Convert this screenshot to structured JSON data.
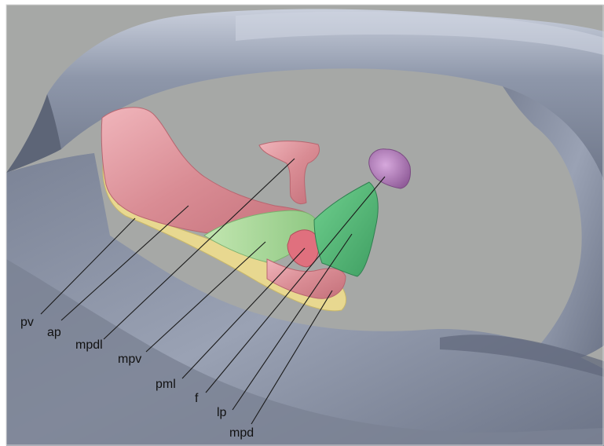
{
  "colors": {
    "background": "#a6a8a6",
    "membrane": "#8b93a6",
    "pink_structure": "#d98c94",
    "green_structure": "#58c07a",
    "light_green_structure": "#a8d89a",
    "yellow_structure": "#e8d890",
    "purple_structure": "#a872b0"
  },
  "labels": [
    {
      "id": "pv",
      "text": "pv"
    },
    {
      "id": "ap",
      "text": "ap"
    },
    {
      "id": "mpdl",
      "text": "mpdl"
    },
    {
      "id": "mpv",
      "text": "mpv"
    },
    {
      "id": "pml",
      "text": "pml"
    },
    {
      "id": "f",
      "text": "f"
    },
    {
      "id": "lp",
      "text": "lp"
    },
    {
      "id": "mpd",
      "text": "mpd"
    }
  ]
}
